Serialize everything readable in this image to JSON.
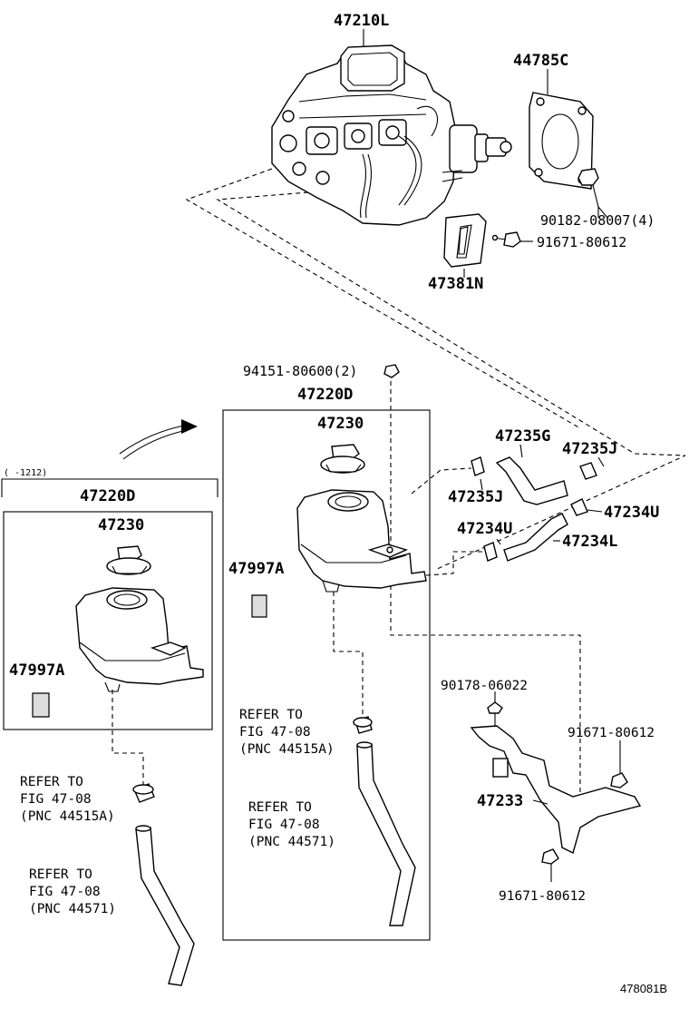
{
  "labels": {
    "actuator": "47210L",
    "gasket": "44785C",
    "bolt_4": "90182-08007(4)",
    "bolt_actuator": "91671-80612",
    "bracket_47381": "47381N",
    "bolt_2": "94151-80600(2)",
    "reservoir_main": "47220D",
    "cap_main": "47230",
    "plate_main": "47997A",
    "hose_g": "47235G",
    "clip_j_top": "47235J",
    "clip_j_left": "47235J",
    "clip_u_right": "47234U",
    "clip_u_left": "47234U",
    "hose_l": "47234L",
    "screw_90178": "90178-06022",
    "bolt_bracket_right": "91671-80612",
    "bracket_47233": "47233",
    "bolt_bracket_bottom": "91671-80612",
    "range_note": "( -1212)",
    "reservoir_alt": "47220D",
    "cap_alt": "47230",
    "plate_alt": "47997A",
    "figure_code": "478081B"
  },
  "refs": {
    "main_top": [
      "REFER TO",
      "FIG 47-08",
      "(PNC 44515A)"
    ],
    "main_bottom": [
      "REFER TO",
      "FIG 47-08",
      "(PNC 44571)"
    ],
    "alt_top": [
      "REFER TO",
      "FIG 47-08",
      "(PNC 44515A)"
    ],
    "alt_bottom": [
      "REFER TO",
      "FIG 47-08",
      "(PNC 44571)"
    ]
  }
}
